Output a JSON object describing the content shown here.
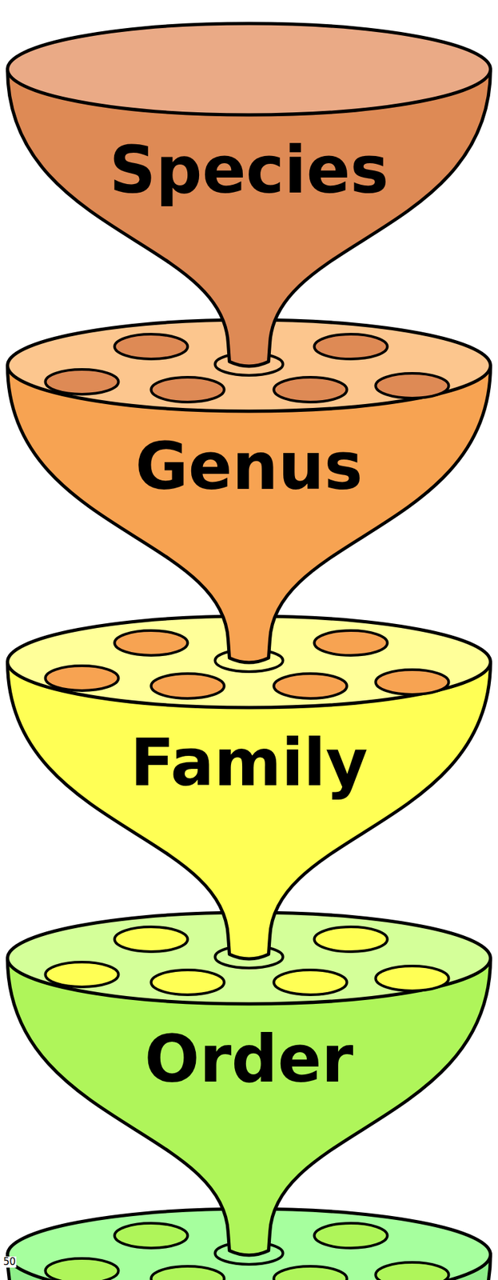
{
  "diagram": {
    "nodes": [
      {
        "text": [
          "Species"
        ]
      },
      {
        "text": [
          "Genus"
        ]
      },
      {
        "text": [
          "Family"
        ]
      },
      {
        "text": [
          "Order"
        ]
      }
    ],
    "labels": [
      "50"
    ]
  }
}
